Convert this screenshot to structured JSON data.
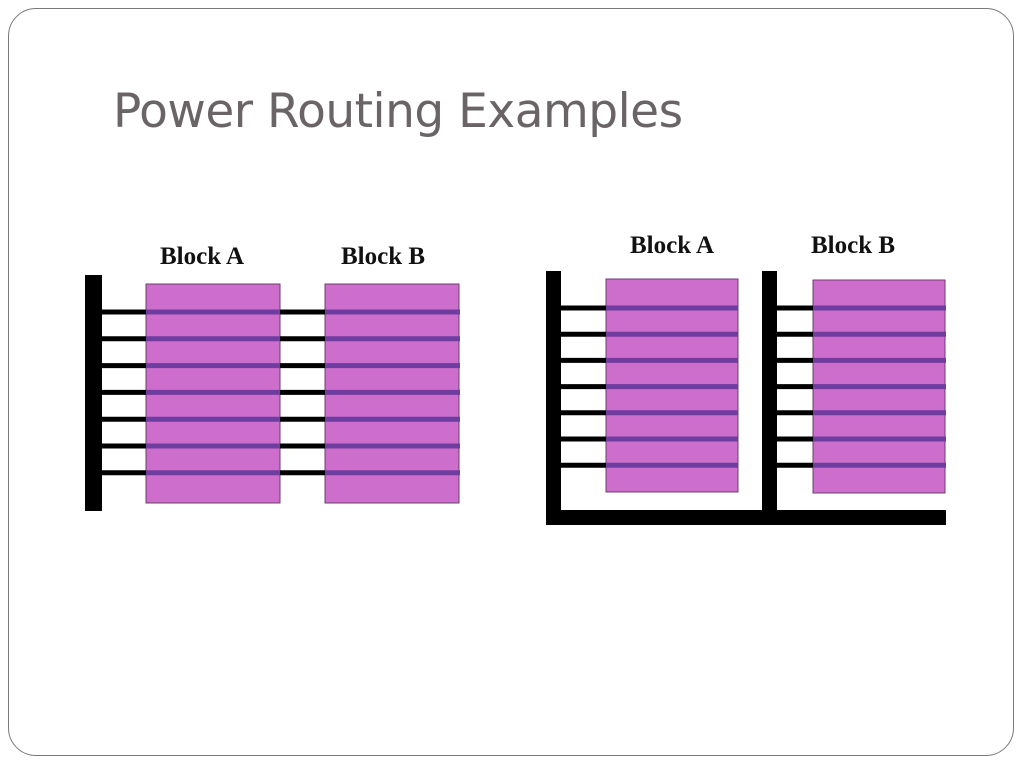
{
  "title": "Power Routing Examples",
  "colors": {
    "block_fill": "#cd6ecc",
    "block_stroke": "#6a3f6a",
    "stripe": "#6e3da0",
    "rail": "#000000"
  },
  "examples": [
    {
      "label_a": "Block A",
      "label_b": "Block B",
      "stripe_count": 7
    },
    {
      "label_a": "Block A",
      "label_b": "Block B",
      "stripe_count": 7
    }
  ]
}
